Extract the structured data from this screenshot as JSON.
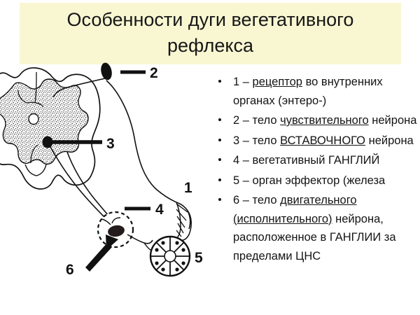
{
  "title": {
    "text": "Особенности дуги вегетативного\nрефлекса",
    "banner_color": "#f9f7d2"
  },
  "legend": {
    "items": [
      {
        "id": "1",
        "prefix": "1 – ",
        "underlined": "рецептор",
        "suffix": " во внутренних органах (энтеро-)"
      },
      {
        "id": "2",
        "prefix": "2 – тело ",
        "underlined": "чувствительного",
        "suffix": " нейрона"
      },
      {
        "id": "3",
        "prefix": "3 – тело ",
        "underlined": "ВСТАВОЧНОГО",
        "suffix": " нейрона"
      },
      {
        "id": "4",
        "prefix": "4 – вегетативный ГАНГЛИЙ",
        "underlined": "",
        "suffix": ""
      },
      {
        "id": "5",
        "prefix": "5 – орган эффектор (железа",
        "underlined": "",
        "suffix": ""
      },
      {
        "id": "6",
        "prefix": "6 – тело ",
        "underlined": "двигательного (исполнительного)",
        "suffix": " нейрона, расположенное в ГАНГЛИИ за пределами ЦНС"
      }
    ]
  },
  "diagram": {
    "labels": {
      "one": "1",
      "two": "2",
      "three": "3",
      "four": "4",
      "five": "5",
      "six": "6"
    },
    "colors": {
      "ink": "#111111",
      "gray_matter_fill": "#f2f2f2"
    }
  }
}
